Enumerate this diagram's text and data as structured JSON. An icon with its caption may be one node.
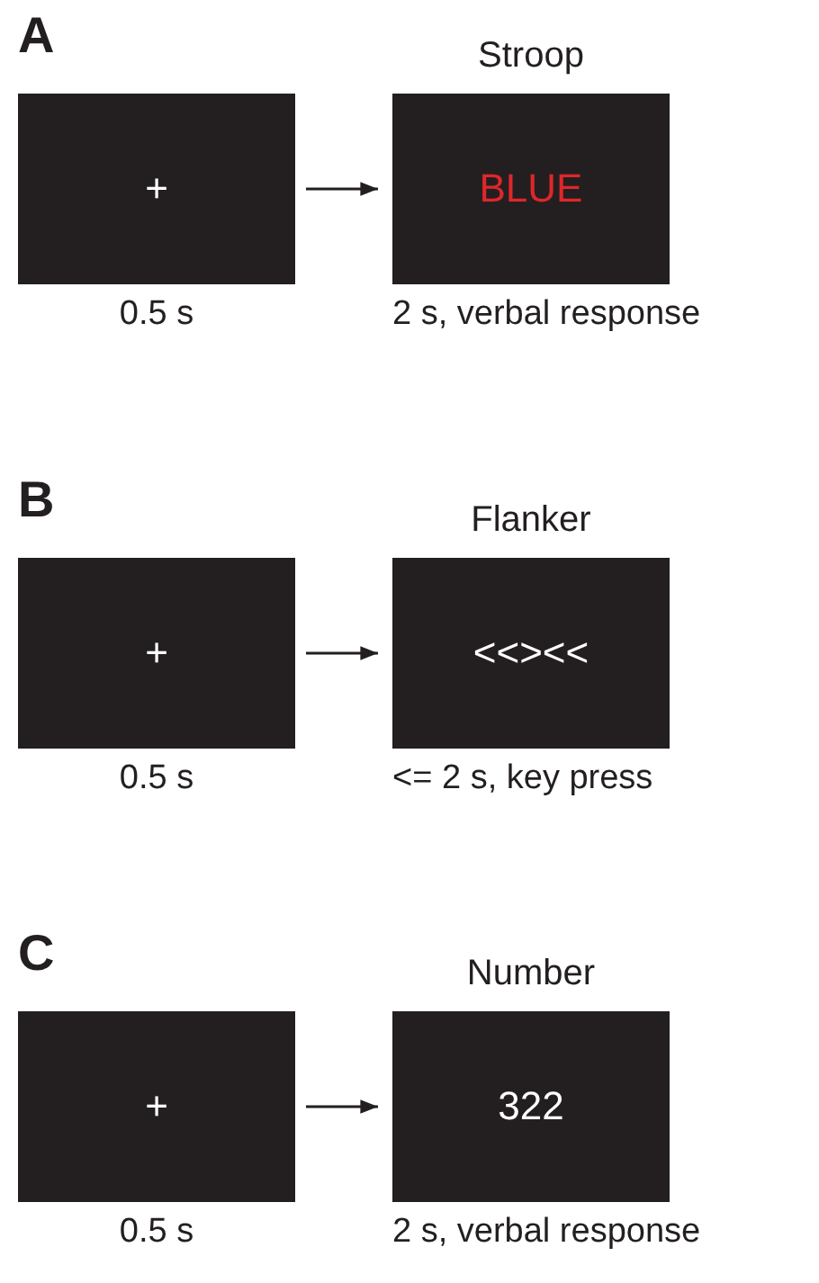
{
  "diagram": {
    "nodes": [
      {
        "text": [
          "+"
        ],
        "beside": [
          "0.5 s"
        ]
      },
      {
        "text": [
          "Stroop",
          "BLUE"
        ],
        "beside": [
          "2 s, verbal response"
        ]
      },
      {
        "text": [
          "+"
        ],
        "beside": [
          "0.5 s"
        ]
      },
      {
        "text": [
          "Flanker",
          "<<><<"
        ],
        "beside": [
          "<= 2 s, key press"
        ]
      },
      {
        "text": [
          "+"
        ],
        "beside": [
          "0.5 s"
        ]
      },
      {
        "text": [
          "Number",
          "322"
        ],
        "beside": [
          "2 s, verbal response"
        ]
      }
    ],
    "edges": [
      {
        "from": 0,
        "to": 1,
        "arrow": "to"
      },
      {
        "from": 2,
        "to": 3,
        "arrow": "to"
      },
      {
        "from": 4,
        "to": 5,
        "arrow": "to"
      }
    ],
    "labels": [
      "A",
      "B",
      "C"
    ]
  }
}
